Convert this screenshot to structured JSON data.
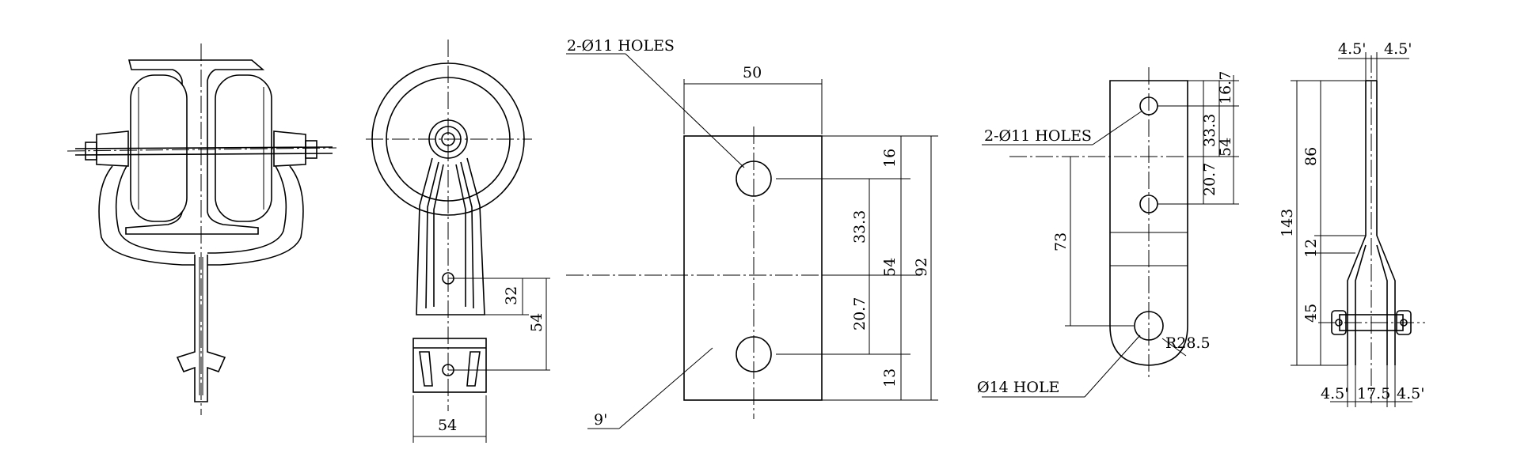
{
  "labels": {
    "holes_2x11_a": "2-Ø11 HOLES",
    "holes_2x11_b": "2-Ø11 HOLES",
    "hole_14": "Ø14 HOLE",
    "radius": "R28.5",
    "angle": "9'"
  },
  "dims": {
    "view2_32": "32",
    "view2_54_v": "54",
    "view2_54_h": "54",
    "plate_50": "50",
    "plate_16": "16",
    "plate_33_3": "33.3",
    "plate_20_7": "20.7",
    "plate_13": "13",
    "plate_54": "54",
    "plate_92": "92",
    "side_16_7": "16.7",
    "side_33_3": "33.3",
    "side_54": "54",
    "side_20_7": "20.7",
    "side_73": "73",
    "fork_4_5_tl": "4.5'",
    "fork_4_5_tr": "4.5'",
    "fork_86": "86",
    "fork_143": "143",
    "fork_12": "12",
    "fork_45": "45",
    "fork_4_5_bl": "4.5'",
    "fork_17_5": "17.5",
    "fork_4_5_br": "4.5'"
  }
}
